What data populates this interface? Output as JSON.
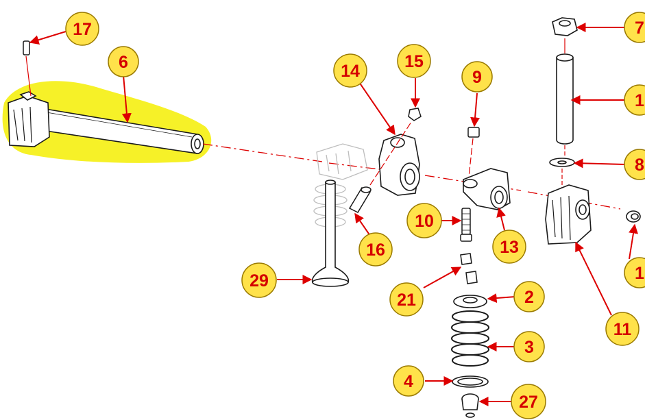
{
  "colors": {
    "highlight": "#f5f01c",
    "callout_fill": "#ffe24a",
    "callout_stroke": "#9a7a00",
    "callout_text": "#d40000",
    "leader": "#dd0000",
    "part_line": "#1a1a1a",
    "ghost_line": "#bdbdbd"
  },
  "callouts": [
    {
      "id": "17",
      "label": "17"
    },
    {
      "id": "6",
      "label": "6"
    },
    {
      "id": "14",
      "label": "14"
    },
    {
      "id": "15",
      "label": "15"
    },
    {
      "id": "9",
      "label": "9"
    },
    {
      "id": "7",
      "label": "7"
    },
    {
      "id": "1a",
      "label": "1"
    },
    {
      "id": "8",
      "label": "8"
    },
    {
      "id": "10",
      "label": "10"
    },
    {
      "id": "13",
      "label": "13"
    },
    {
      "id": "16",
      "label": "16"
    },
    {
      "id": "29",
      "label": "29"
    },
    {
      "id": "21",
      "label": "21"
    },
    {
      "id": "2",
      "label": "2"
    },
    {
      "id": "3",
      "label": "3"
    },
    {
      "id": "11",
      "label": "11"
    },
    {
      "id": "1b",
      "label": "1"
    },
    {
      "id": "4",
      "label": "4"
    },
    {
      "id": "27",
      "label": "27"
    }
  ]
}
